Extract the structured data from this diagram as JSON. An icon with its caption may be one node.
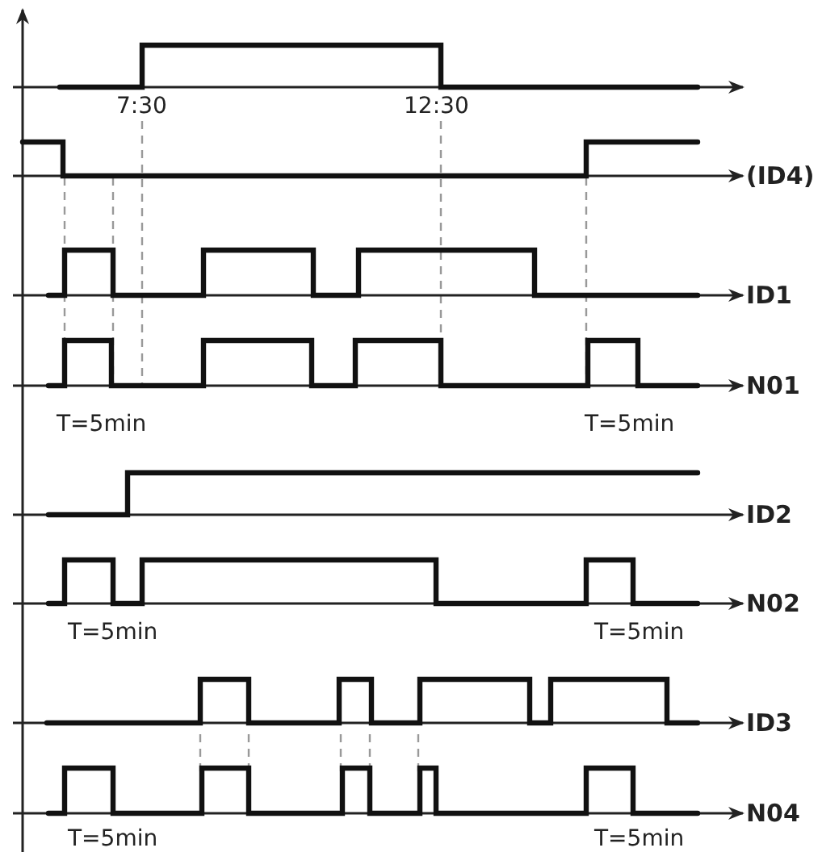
{
  "diagram": {
    "labels": [
      "7:30",
      "12:30",
      "(ID4)",
      "ID1",
      "N01",
      "T=5min",
      "T=5min",
      "ID2",
      "N02",
      "T=5min",
      "T=5min",
      "ID3",
      "N04",
      "T=5min",
      "T=5min"
    ]
  }
}
